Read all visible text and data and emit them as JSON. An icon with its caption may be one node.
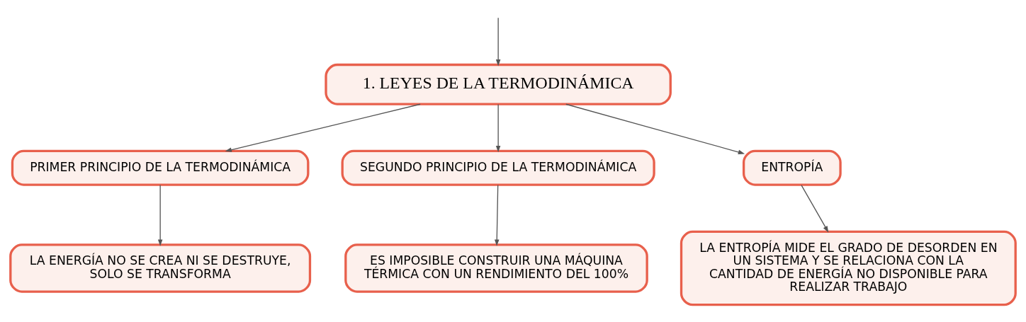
{
  "diagram": {
    "nodes": [
      {
        "text": [
          "1. LEYES DE LA TERMODINÁMICA"
        ]
      },
      {
        "text": [
          "PRIMER PRINCIPIO DE LA TERMODINÁMICA"
        ]
      },
      {
        "text": [
          "SEGUNDO PRINCIPIO DE LA TERMODINÁMICA"
        ]
      },
      {
        "text": [
          "ENTROPÍA"
        ]
      },
      {
        "text": [
          "LA ENERGÍA NO SE CREA NI SE DESTRUYE, SOLO SE TRANSFORMA"
        ]
      },
      {
        "text": [
          "ES IMPOSIBLE CONSTRUIR UNA MÁQUINA TÉRMICA CON UN RENDIMIENTO DEL 100%"
        ]
      },
      {
        "text": [
          "LA ENTROPÍA MIDE EL GRADO DE DESORDEN EN UN SISTEMA Y SE RELACIONA CON LA CANTIDAD DE ENERGÍA NO DISPONIBLE PARA REALIZAR TRABAJO"
        ]
      }
    ],
    "edges": [
      {
        "from": null,
        "to": 0,
        "arrow": "to"
      },
      {
        "from": 0,
        "to": 1,
        "arrow": "to"
      },
      {
        "from": 0,
        "to": 2,
        "arrow": "to"
      },
      {
        "from": 0,
        "to": 3,
        "arrow": "to"
      },
      {
        "from": 1,
        "to": 4,
        "arrow": "to"
      },
      {
        "from": 2,
        "to": 5,
        "arrow": "to"
      },
      {
        "from": 3,
        "to": 6,
        "arrow": "to"
      }
    ]
  }
}
